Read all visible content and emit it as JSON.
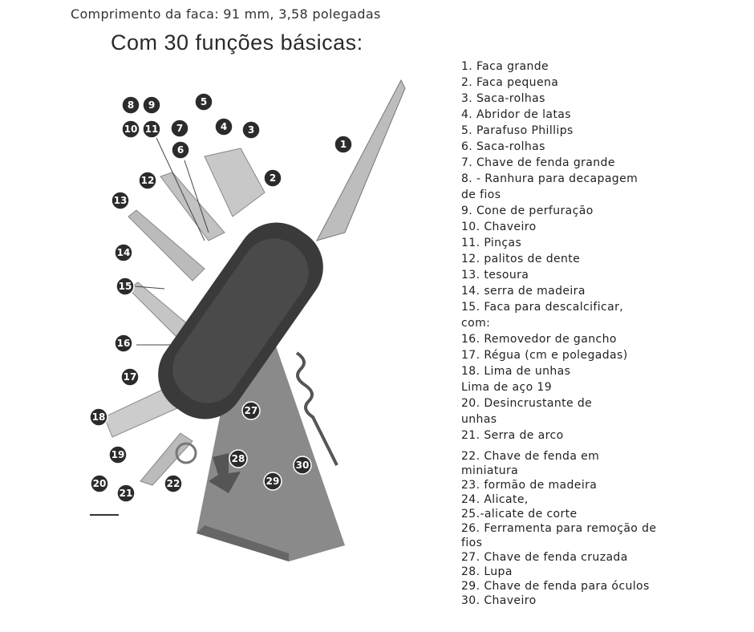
{
  "caption": "Comprimento da faca: 91 mm, 3,58 polegadas",
  "title": "Com 30 funções básicas:",
  "list_part1": [
    "1. Faca grande",
    "2. Faca pequena",
    "3. Saca-rolhas",
    "4. Abridor de latas",
    "5. Parafuso Phillips",
    "6. Saca-rolhas",
    "7. Chave de fenda grande",
    "8. - Ranhura para decapagem",
    "de fios",
    "9. Cone de perfuração",
    "10. Chaveiro",
    "11. Pinças",
    "12. palitos de dente",
    "13. tesoura",
    "14. serra de madeira",
    "15. Faca para descalcificar,",
    "com:",
    "16. Removedor de gancho",
    "17. Régua (cm e polegadas)",
    "18. Lima de unhas",
    "Lima de aço 19",
    "20. Desincrustante de",
    "unhas",
    "21. Serra de arco"
  ],
  "list_part2": [
    "22. Chave de fenda em",
    "miniatura",
    "23. formão de madeira",
    "24. Alicate,",
    "25.-alicate de corte",
    "26. Ferramenta para remoção de",
    "fios",
    "27. Chave de fenda cruzada",
    "28. Lupa",
    "29. Chave de fenda para óculos",
    "30. Chaveiro"
  ],
  "badges": [
    "1",
    "2",
    "3",
    "4",
    "5",
    "6",
    "7",
    "8",
    "9",
    "10",
    "11",
    "12",
    "13",
    "14",
    "15",
    "16",
    "17",
    "18",
    "19",
    "20",
    "21",
    "22",
    "27",
    "28",
    "29",
    "30"
  ]
}
